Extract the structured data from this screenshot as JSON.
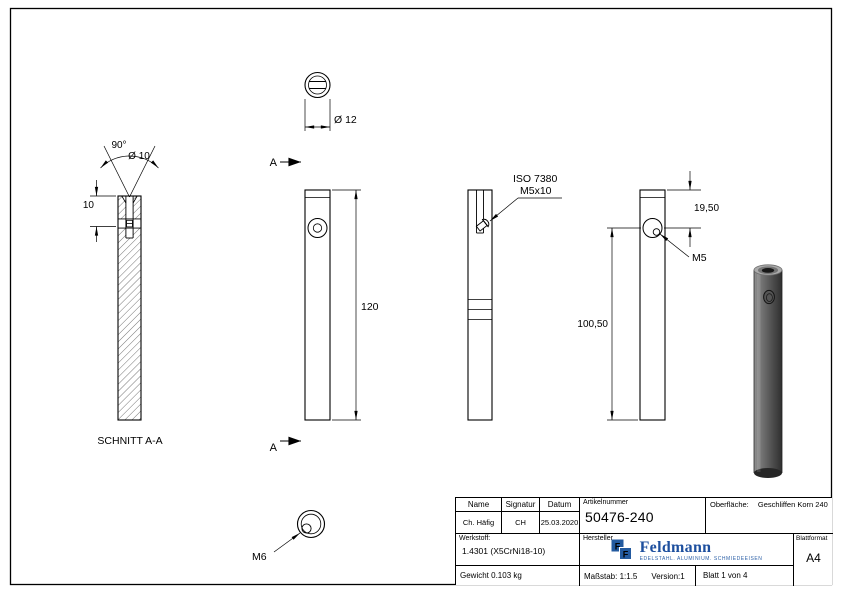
{
  "views": {
    "section_view": {
      "label": "SCHNITT A-A",
      "dim_angle": "90°",
      "dim_diameter": "Ø 10",
      "dim_depth": "10"
    },
    "front_view": {
      "section_letter_top": "A",
      "section_letter_bottom": "A",
      "dim_diameter_top": "Ø 12",
      "dim_length": "120"
    },
    "screw_view": {
      "callout_line1": "ISO 7380",
      "callout_line2": "M5x10"
    },
    "offset_view": {
      "dim_offset_top": "19,50",
      "thread_callout": "M5",
      "dim_length_lower": "100,50"
    },
    "bottom_view": {
      "thread_callout": "M6"
    }
  },
  "title_block": {
    "name_header": "Name",
    "signatur_header": "Signatur",
    "datum_header": "Datum",
    "artikelnummer_header": "Artikelnummer",
    "artikelnummer_value": "50476-240",
    "oberflaeche_label": "Oberfläche:",
    "oberflaeche_value": "Geschliffen Korn 240",
    "name_value": "Ch. Häfig",
    "signatur_value": "CH",
    "datum_value": "25.03.2020",
    "werkstoff_label": "Werkstoff:",
    "werkstoff_value": "1.4301 (X5CrNi18-10)",
    "hersteller_label": "Hersteller",
    "blattformat_label": "Blattformat",
    "blattformat_value": "A4",
    "gewicht": "Gewicht 0.103 kg",
    "massstab": "Maßstab: 1:1.5",
    "version": "Version:1",
    "blatt": "Blatt 1 von 4",
    "logo": {
      "icon": "feldmann-logo-icon",
      "monogram": "F",
      "name": "Feldmann",
      "subtitle": "EDELSTAHL. ALUMINIUM. SCHMIEDEEISEN",
      "color": "#1d4f9e"
    }
  }
}
